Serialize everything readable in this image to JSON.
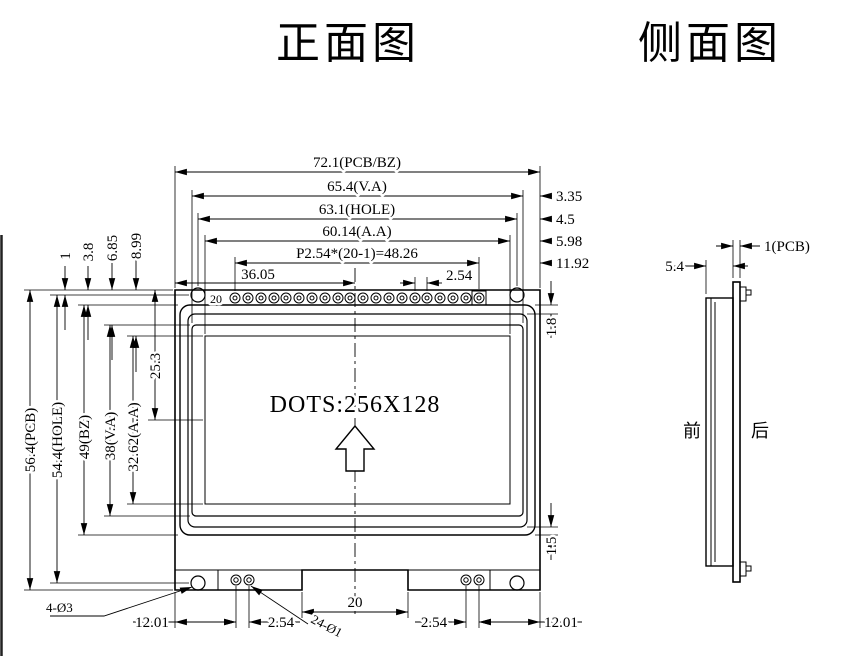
{
  "titles": {
    "front_view": "正面图",
    "side_view": "侧面图"
  },
  "front": {
    "display_dots": "DOTS:256X128",
    "pin_number_left": "20",
    "top_dims": {
      "pcb_bz_width": "72.1(PCB/BZ)",
      "va_width": "65.4(V.A)",
      "hole_span": "63.1(HOLE)",
      "aa_width": "60.14(A.A)",
      "pin_pitch_formula": "P2.54*(20-1)=48.26",
      "center_offset": "36.05",
      "pin_pitch": "2.54"
    },
    "right_dims": {
      "va_margin": "3.35",
      "hole_margin": "4.5",
      "aa_margin": "5.98",
      "pin_margin": "11.92",
      "bezel_top_lip": "1.8",
      "bezel_bottom_lip": "1.5"
    },
    "left_dims": {
      "hole_edge_offset": "1",
      "bezel_edge_offset": "3.8",
      "va_edge_offset": "6.85",
      "aa_edge_offset": "8.99",
      "pcb_height": "56.4(PCB)",
      "hole_span": "54.4(HOLE)",
      "bezel_height": "49(BZ)",
      "va_height": "38(V.A)",
      "aa_height": "32.62(A.A)",
      "aa_center_offset": "25.3"
    },
    "bottom_dims": {
      "left_hole_offset": "12.01",
      "left_pin_pitch": "2.54",
      "notch_width": "20",
      "right_pin_pitch": "2.54",
      "right_hole_offset": "12.01",
      "mount_holes_note": "4-Ø3",
      "pin_holes_note": "24-Ø1"
    }
  },
  "side": {
    "pcb_thickness": "1(PCB)",
    "module_thickness": "5.4",
    "front_label": "前",
    "back_label": "后"
  }
}
